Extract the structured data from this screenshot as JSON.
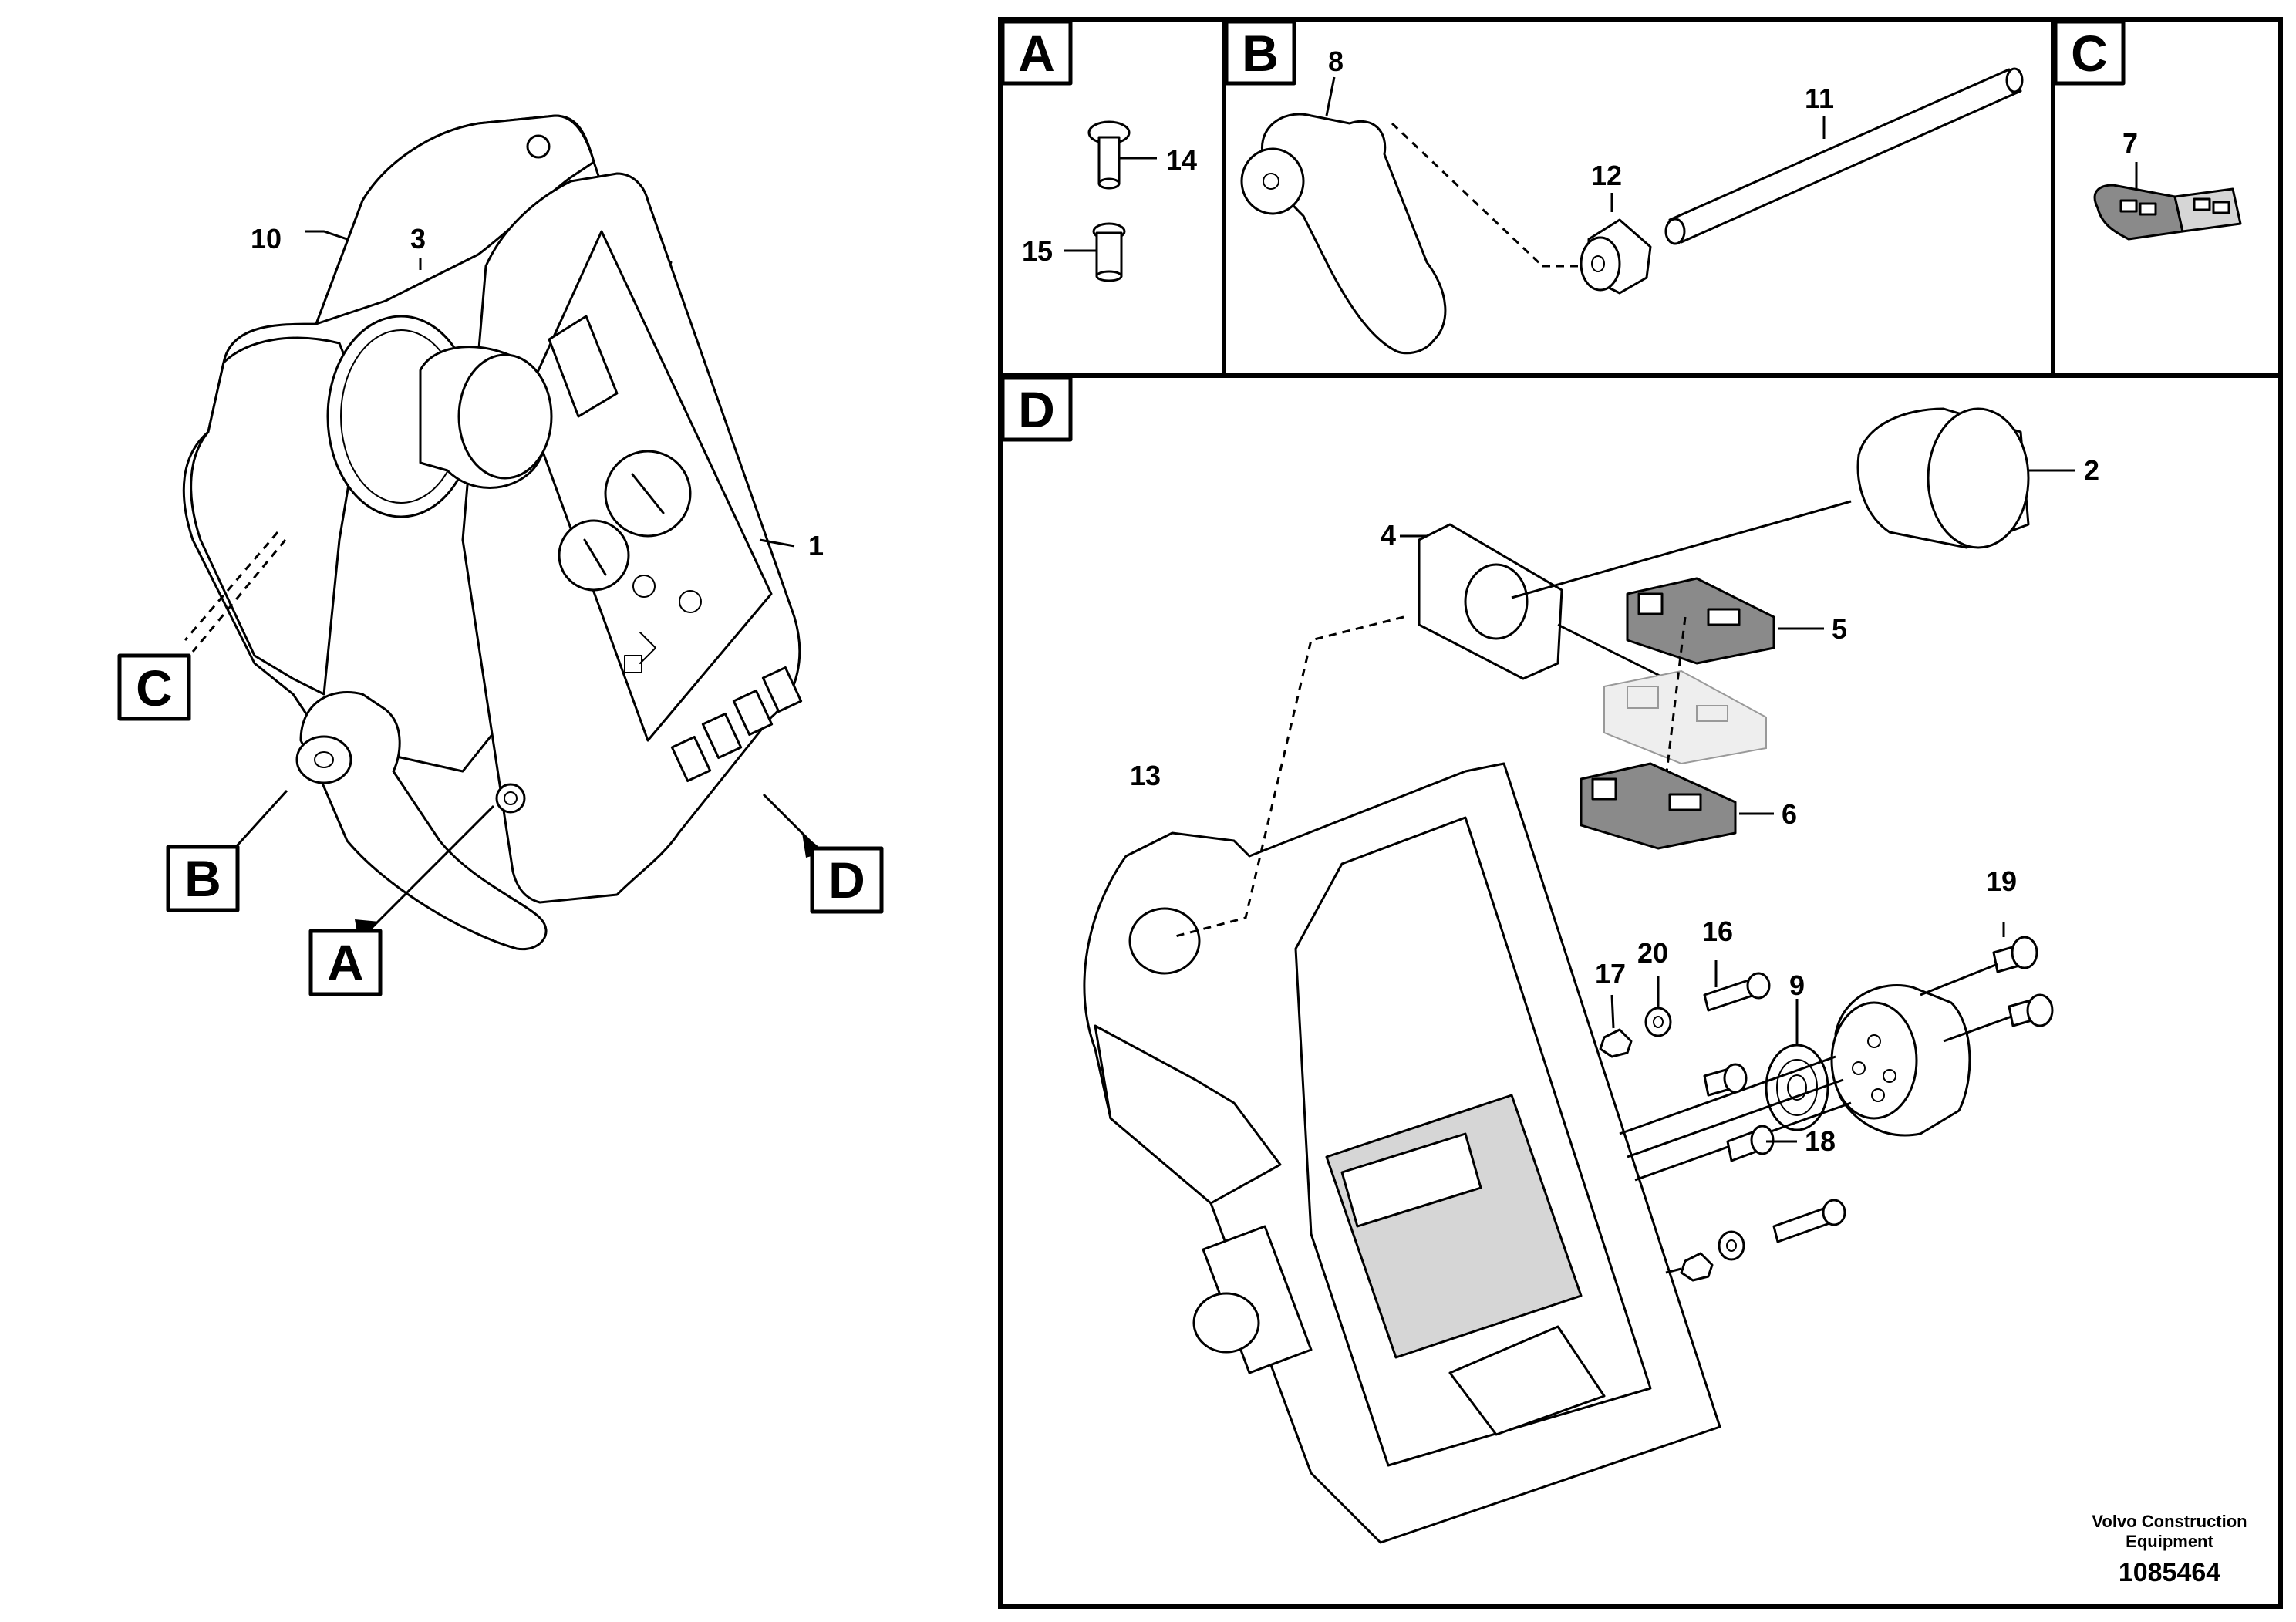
{
  "panels": {
    "a": "A",
    "b": "B",
    "c": "C",
    "d": "D"
  },
  "overview_callouts": {
    "a": "A",
    "b": "B",
    "c": "C",
    "d": "D"
  },
  "part_numbers": {
    "p1": "1",
    "p2": "2",
    "p3": "3",
    "p4": "4",
    "p5": "5",
    "p6": "6",
    "p7": "7",
    "p8": "8",
    "p9": "9",
    "p10": "10",
    "p11": "11",
    "p12": "12",
    "p13": "13",
    "p14": "14",
    "p15": "15",
    "p16": "16",
    "p17": "17",
    "p18": "18",
    "p19": "19",
    "p20": "20"
  },
  "footer": {
    "brand_line1": "Volvo Construction",
    "brand_line2": "Equipment",
    "drawing_number": "1085464"
  }
}
